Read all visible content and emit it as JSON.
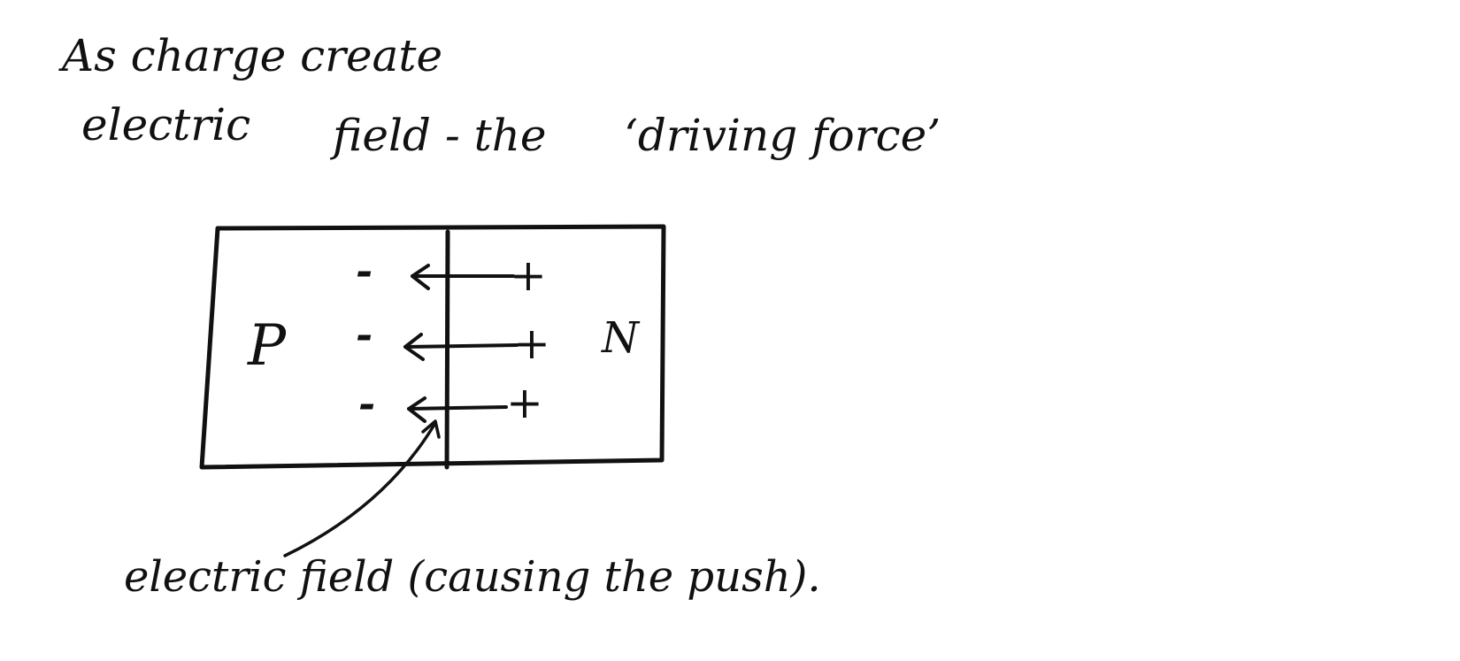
{
  "heading": {
    "line1": "As charge create",
    "line2_a": "electric",
    "line2_b": "field - the",
    "line2_c": "‘driving force’"
  },
  "junction": {
    "p_label": "P",
    "n_label": "N",
    "minus": "-",
    "plus": "+"
  },
  "annotation": {
    "text": "electric field (causing the push)."
  },
  "colors": {
    "ink": "#111111",
    "paper": "#ffffff"
  }
}
